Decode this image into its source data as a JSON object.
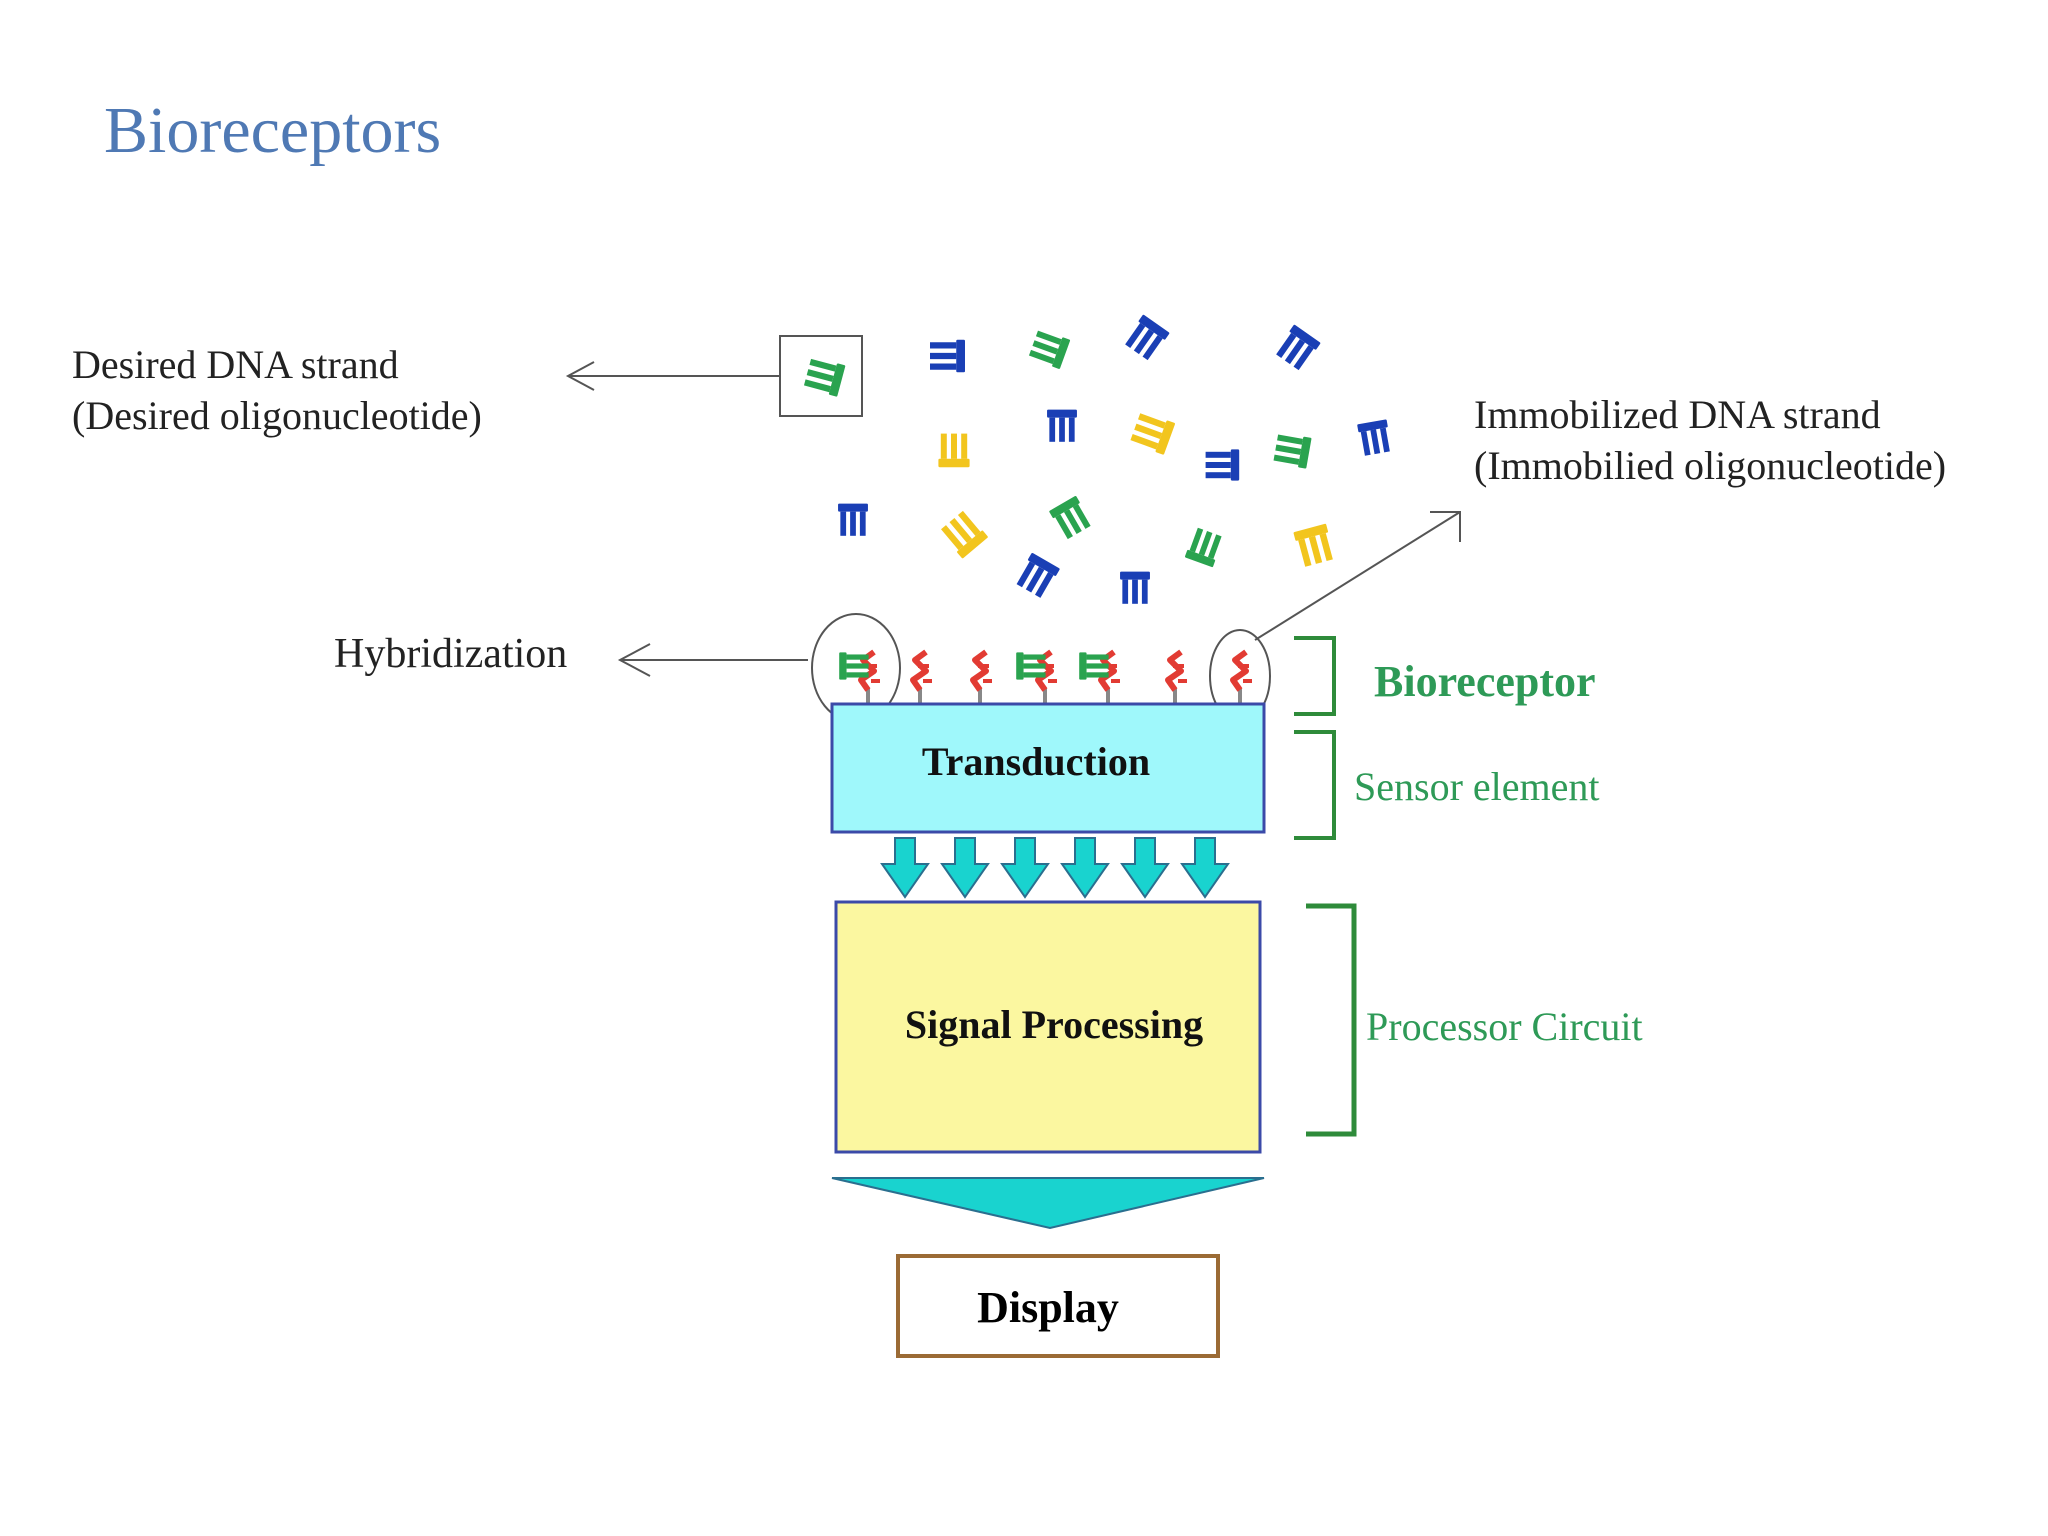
{
  "slide": {
    "title": "Bioreceptors"
  },
  "labels": {
    "desired_line1": "Desired DNA strand",
    "desired_line2": "(Desired oligonucleotide)",
    "immobilized_line1": "Immobilized DNA strand",
    "immobilized_line2": "(Immobilied oligonucleotide)",
    "hybridization": "Hybridization",
    "bioreceptor": "Bioreceptor",
    "sensor_element": "Sensor element",
    "processor_circuit": "Processor Circuit"
  },
  "blocks": {
    "transduction": "Transduction",
    "signal_processing": "Signal Processing",
    "display": "Display"
  },
  "colors": {
    "title": "#4f79b4",
    "green_label": "#2e9a57",
    "bracket": "#2e8b3a",
    "transduction_fill": "#9ff8fb",
    "signal_fill": "#fbf7a0",
    "arrow_fill": "#19d3cf",
    "display_border": "#9b6b35",
    "strand_blue": "#1a3fb5",
    "strand_green": "#2aa34f",
    "strand_yellow": "#f2c51e",
    "strand_red": "#e23b33"
  },
  "icons": {
    "free_strand": "oligonucleotide-glyph",
    "immobilized_strand": "immobilized-probe-glyph"
  }
}
